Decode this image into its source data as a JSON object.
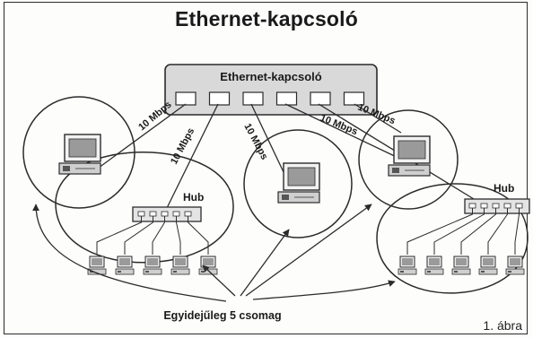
{
  "title": "Ethernet-kapcsoló",
  "switch": {
    "label": "Ethernet-kapcsoló",
    "port_count": 6
  },
  "hubs": [
    {
      "label": "Hub",
      "port_count": 5
    },
    {
      "label": "Hub",
      "port_count": 5
    }
  ],
  "links": {
    "left_pc": "10 Mbps",
    "left_hub": "10 Mbps",
    "middle_pc": "10 Mbps",
    "right_pc": "10 Mbps",
    "right_hub": "10 Mbps"
  },
  "caption": "Egyidejűleg 5 csomag",
  "figure_label": "1. ábra",
  "colors": {
    "ink": "#2b2b2b",
    "switch_fill": "#d9d9d9",
    "screen_fill": "#9a9a9a"
  },
  "icons": [
    "computer-icon",
    "hub-icon",
    "switch-icon",
    "arrow-icon"
  ]
}
